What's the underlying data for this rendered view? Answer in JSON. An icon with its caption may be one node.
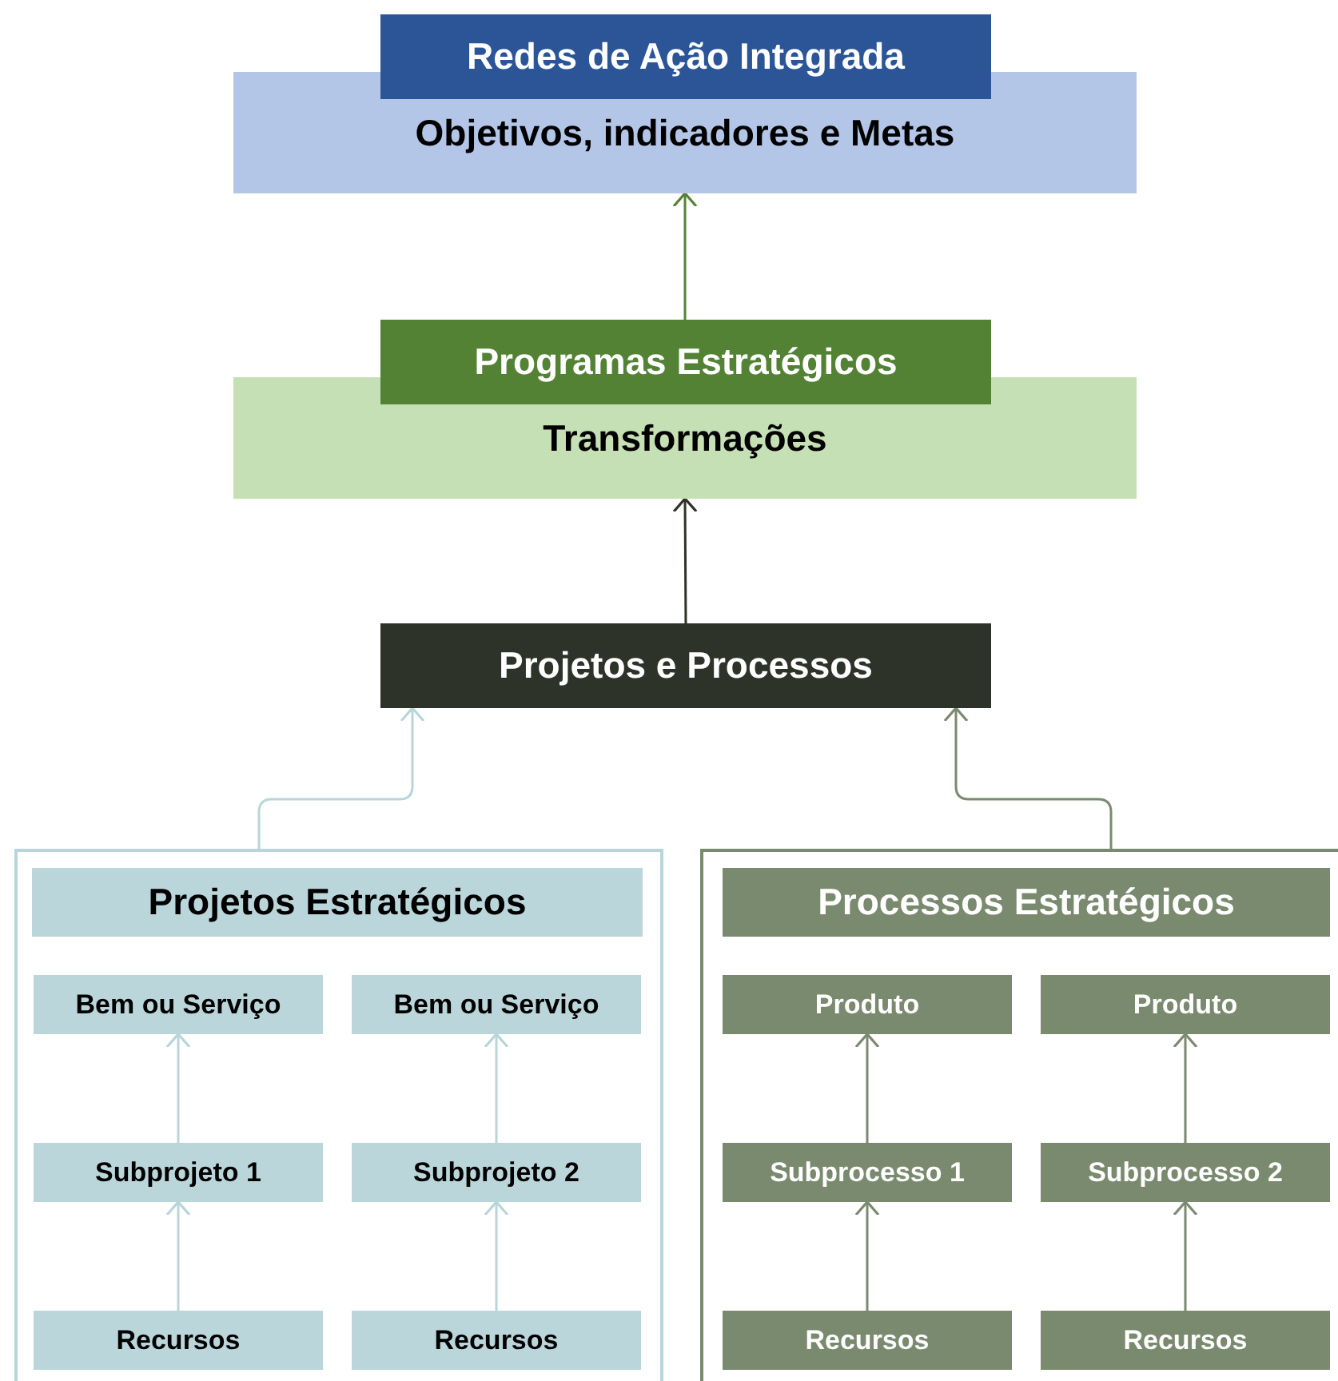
{
  "diagram": {
    "nodes": [
      {
        "text": [
          "Redes de Ação Integrada",
          "Objetivos, indicadores e Metas"
        ]
      },
      {
        "text": [
          "Programas Estratégicos",
          "Transformações"
        ]
      },
      {
        "text": [
          "Projetos e Processos"
        ]
      },
      {
        "text": [],
        "shape": "box"
      },
      {
        "text": [
          "Projetos Estratégicos"
        ],
        "in": 3
      },
      {
        "text": [
          "Bem ou Serviço"
        ],
        "in": 3
      },
      {
        "text": [
          "Bem ou Serviço"
        ],
        "in": 3
      },
      {
        "text": [
          "Subprojeto 1"
        ],
        "in": 3
      },
      {
        "text": [
          "Subprojeto 2"
        ],
        "in": 3
      },
      {
        "text": [
          "Recursos"
        ],
        "in": 3
      },
      {
        "text": [
          "Recursos"
        ],
        "in": 3
      },
      {
        "text": [],
        "shape": "box"
      },
      {
        "text": [
          "Processos Estratégicos"
        ],
        "in": 11
      },
      {
        "text": [
          "Produto"
        ],
        "in": 11
      },
      {
        "text": [
          "Produto"
        ],
        "in": 11
      },
      {
        "text": [
          "Subprocesso 1"
        ],
        "in": 11
      },
      {
        "text": [
          "Subprocesso 2"
        ],
        "in": 11
      },
      {
        "text": [
          "Recursos"
        ],
        "in": 11
      },
      {
        "text": [
          "Recursos"
        ],
        "in": 11
      }
    ],
    "edges": [
      {
        "from": 1,
        "to": 0,
        "arrow": "to",
        "color": "#548235"
      },
      {
        "from": 2,
        "to": 1,
        "arrow": "to",
        "color": "#2d3328"
      },
      {
        "from": 3,
        "to": 2,
        "arrow": "to",
        "color": "#b8d5da"
      },
      {
        "from": 11,
        "to": 2,
        "arrow": "to",
        "color": "#7a8a6f"
      },
      {
        "from": 7,
        "to": 5,
        "arrow": "to",
        "color": "#b8d5da"
      },
      {
        "from": 9,
        "to": 7,
        "arrow": "to",
        "color": "#b8d5da"
      },
      {
        "from": 8,
        "to": 6,
        "arrow": "to",
        "color": "#b8d5da"
      },
      {
        "from": 10,
        "to": 8,
        "arrow": "to",
        "color": "#b8d5da"
      },
      {
        "from": 15,
        "to": 13,
        "arrow": "to",
        "color": "#7a8a6f"
      },
      {
        "from": 17,
        "to": 15,
        "arrow": "to",
        "color": "#7a8a6f"
      },
      {
        "from": 16,
        "to": 14,
        "arrow": "to",
        "color": "#7a8a6f"
      },
      {
        "from": 18,
        "to": 16,
        "arrow": "to",
        "color": "#7a8a6f"
      }
    ]
  }
}
